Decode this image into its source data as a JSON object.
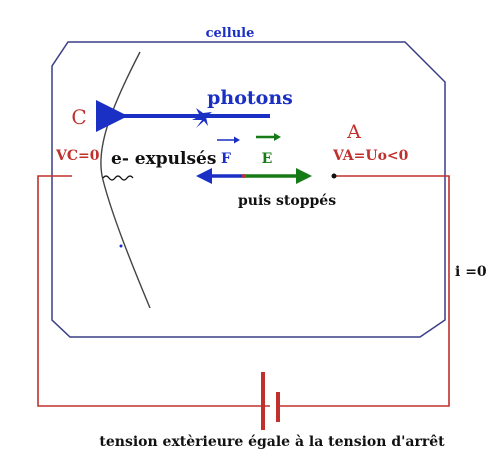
{
  "diagram": {
    "cell_label": "cellule",
    "photons_label": "photons",
    "cathode_label": "C",
    "anode_label": "A",
    "vc_label": "VC=0",
    "va_label": "VA=Uo<0",
    "electrons_label": "e- expulsés",
    "force_label": "F",
    "field_label": "E",
    "stopped_label": "puis stoppés",
    "current_label": "i =0",
    "caption": "tension extèrieure égale à la tension d'arrêt"
  },
  "colors": {
    "cell_border": "#3a3e86",
    "circuit": "#c0302c",
    "photon_arrow": "#1a2fc4",
    "field_arrow": "#167a16",
    "force_arrow": "#1a2fc4",
    "cathode_curve": "#444444",
    "text_dark": "#111111",
    "text_red": "#c0302c",
    "text_blue": "#1a2fc4",
    "text_green": "#167a16"
  }
}
